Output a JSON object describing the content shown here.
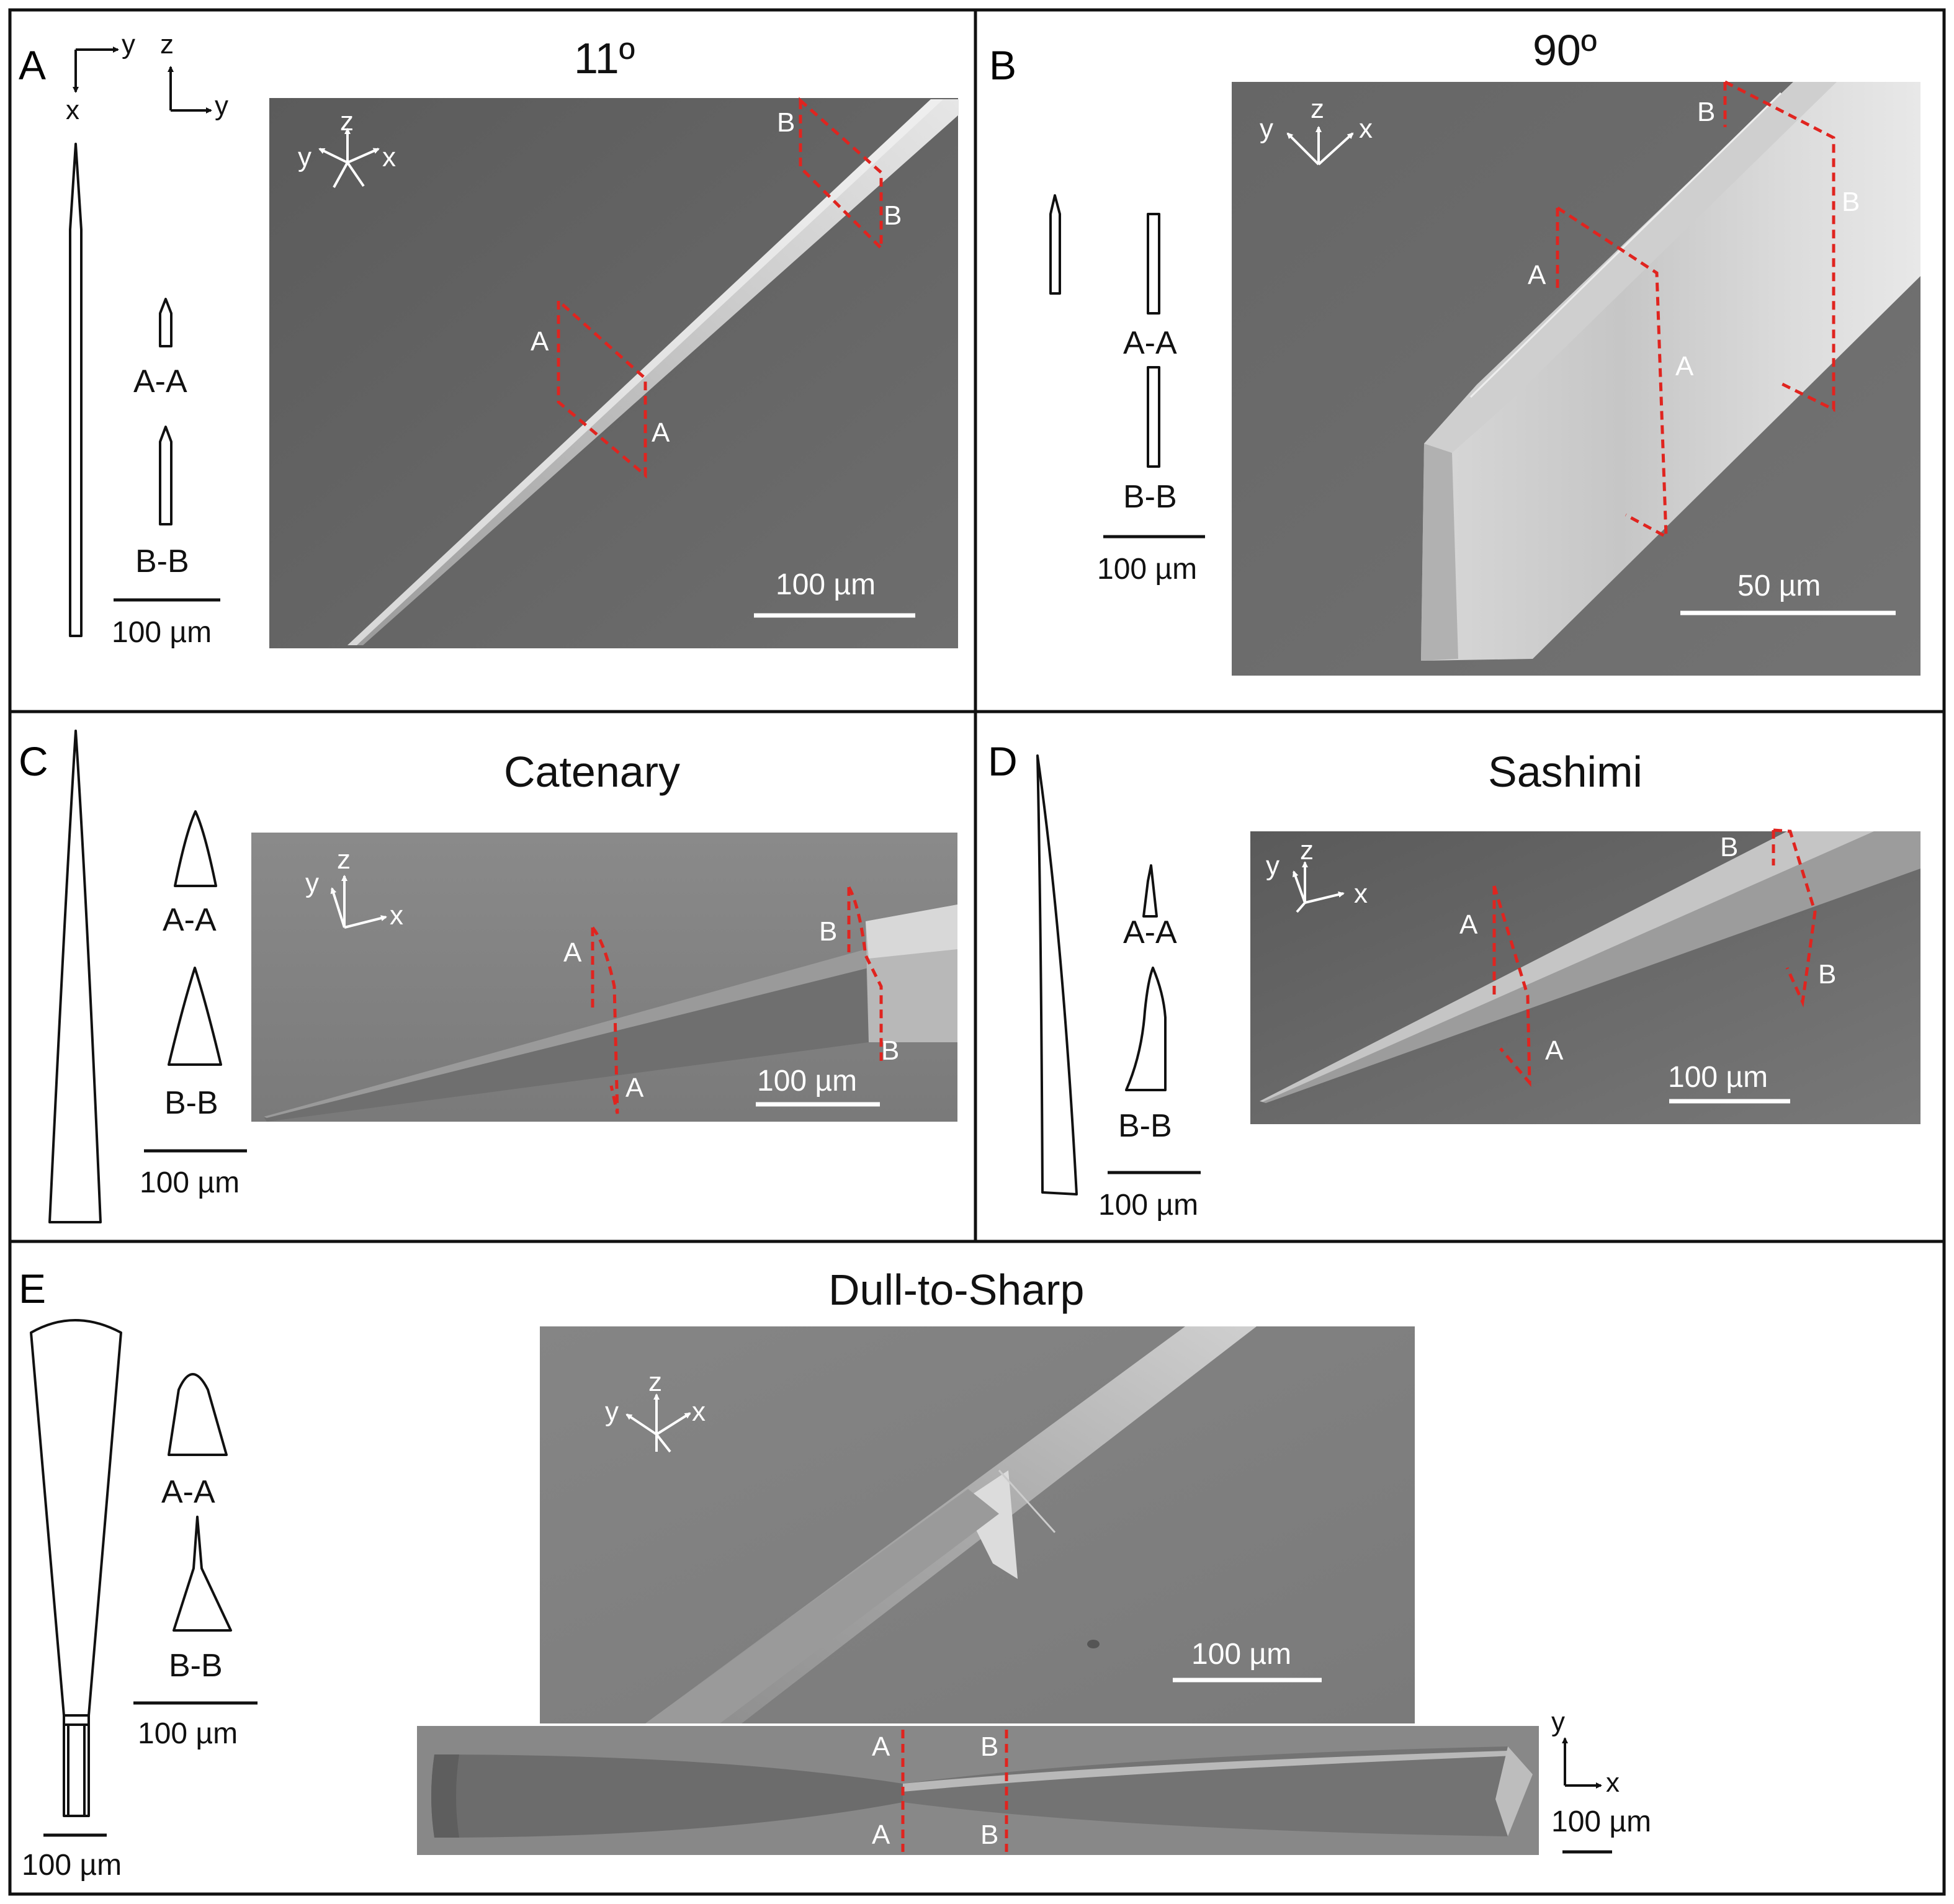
{
  "panels": {
    "A": {
      "letter": "A",
      "title": "11º",
      "sections": [
        "A-A",
        "B-B"
      ],
      "scale_schematic": "100 µm",
      "scale_sem": "100 µm",
      "axes_schematic_1": [
        "y",
        "x"
      ],
      "axes_schematic_2": [
        "z",
        "y"
      ],
      "axes_sem": [
        "z",
        "y",
        "x"
      ],
      "markers": [
        "A",
        "A",
        "B",
        "B"
      ]
    },
    "B": {
      "letter": "B",
      "title": "90º",
      "sections": [
        "A-A",
        "B-B"
      ],
      "scale_schematic": "100 µm",
      "scale_sem": "50 µm",
      "axes_sem": [
        "z",
        "y",
        "x"
      ],
      "markers": [
        "A",
        "A",
        "B",
        "B"
      ]
    },
    "C": {
      "letter": "C",
      "title": "Catenary",
      "sections": [
        "A-A",
        "B-B"
      ],
      "scale_schematic": "100 µm",
      "scale_sem": "100 µm",
      "axes_sem": [
        "z",
        "y",
        "x"
      ],
      "markers": [
        "A",
        "A",
        "B",
        "B"
      ]
    },
    "D": {
      "letter": "D",
      "title": "Sashimi",
      "sections": [
        "A-A",
        "B-B"
      ],
      "scale_schematic": "100 µm",
      "scale_sem": "100 µm",
      "axes_sem": [
        "z",
        "y",
        "x"
      ],
      "markers": [
        "A",
        "A",
        "B",
        "B"
      ]
    },
    "E": {
      "letter": "E",
      "title": "Dull-to-Sharp",
      "sections": [
        "A-A",
        "B-B"
      ],
      "scale_schematic_1": "100 µm",
      "scale_schematic_2": "100 µm",
      "scale_sem": "100 µm",
      "scale_top": "100 µm",
      "axes_sem": [
        "z",
        "y",
        "x"
      ],
      "axes_top": [
        "y",
        "x"
      ],
      "markers": [
        "A",
        "A",
        "B",
        "B"
      ]
    }
  },
  "colors": {
    "section_marker": "#e0241f",
    "sem_background": "#6b6b6b",
    "border": "#111111"
  }
}
